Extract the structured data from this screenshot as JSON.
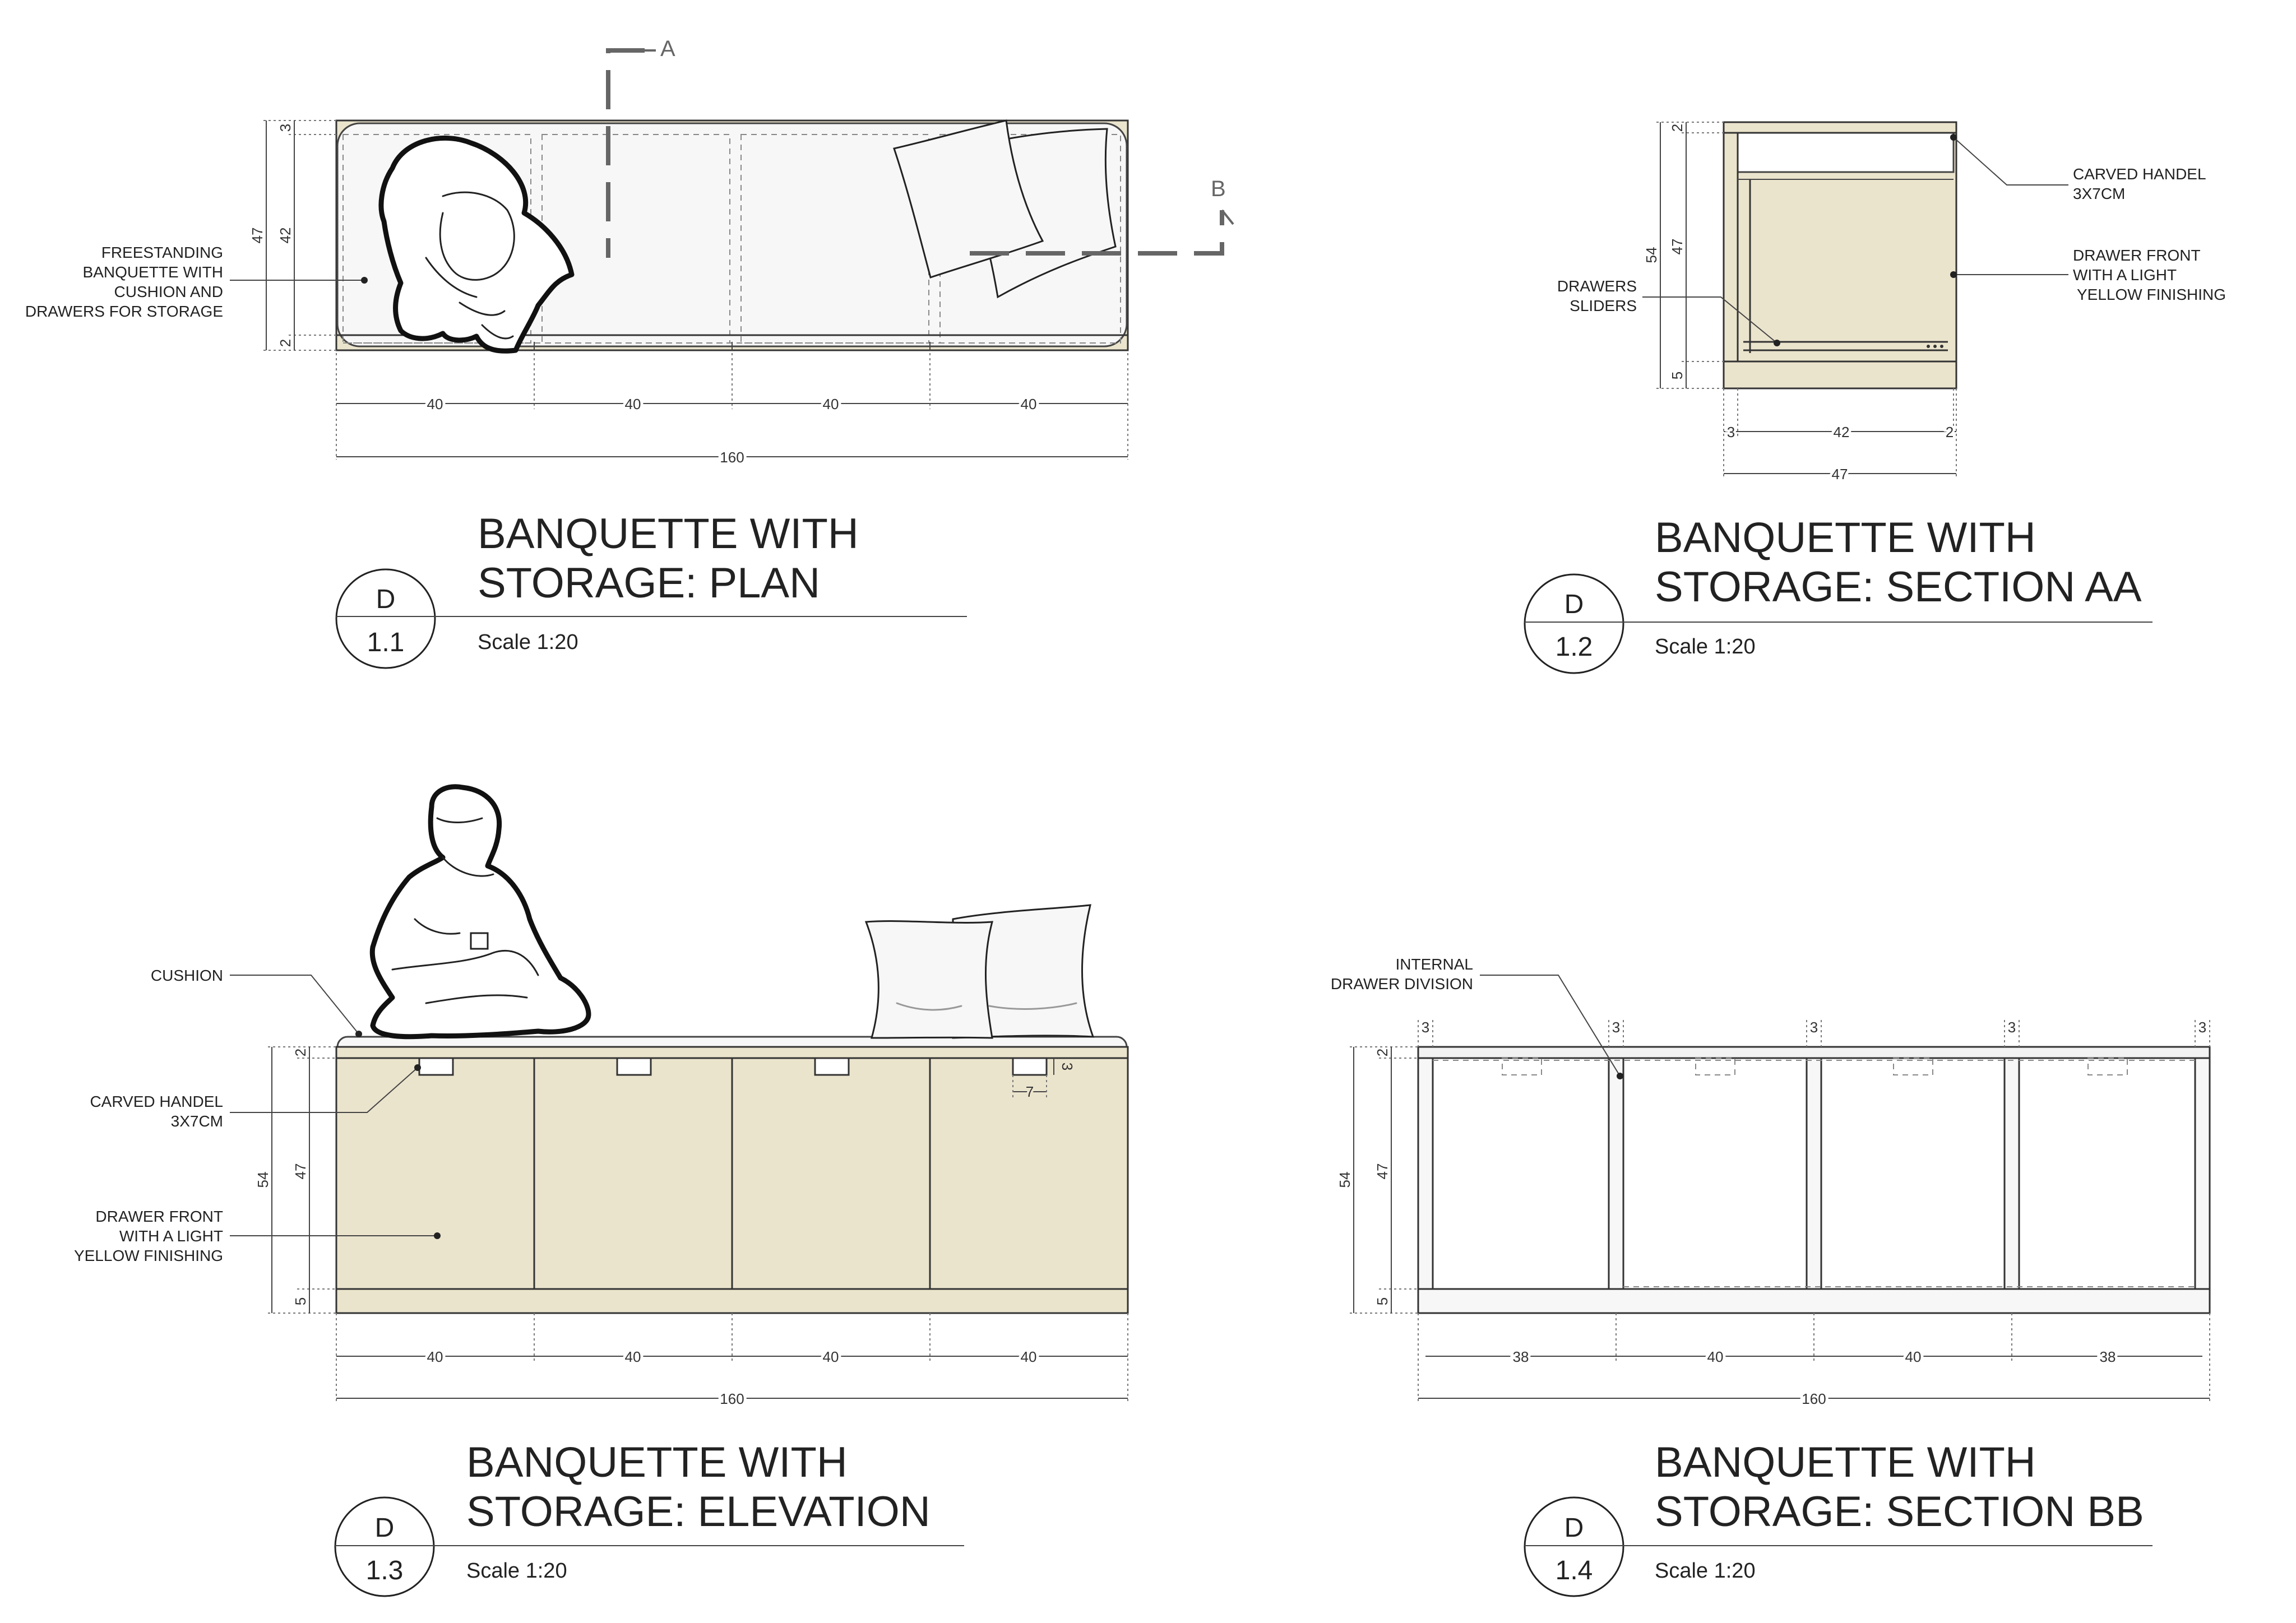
{
  "colors": {
    "drawer_finish": "#ebe4cd",
    "cushion": "#f7f7f7",
    "line": "#333333",
    "section_line": "#666666"
  },
  "plan": {
    "title_line1": "BANQUETTE WITH",
    "title_line2": "STORAGE: PLAN",
    "scale": "Scale 1:20",
    "tag_top": "D",
    "tag_bottom": "1.1",
    "note": [
      "FREESTANDING",
      "BANQUETTE WITH",
      "CUSHION AND",
      "DRAWERS FOR STORAGE"
    ],
    "dims_bottom": [
      "40",
      "40",
      "40",
      "40"
    ],
    "dim_total": "160",
    "dim_outer_height": "47",
    "dim_inner_height": "42",
    "dim_top": "3",
    "dim_bottom": "2",
    "section_a": "A",
    "section_b": "B"
  },
  "section_aa": {
    "title_line1": "BANQUETTE WITH",
    "title_line2": "STORAGE: SECTION AA",
    "scale": "Scale 1:20",
    "tag_top": "D",
    "tag_bottom": "1.2",
    "note_handle": [
      "CARVED HANDEL",
      "3X7CM"
    ],
    "note_front": [
      "DRAWER FRONT",
      "WITH A LIGHT",
      "YELLOW FINISHING"
    ],
    "note_sliders": [
      "DRAWERS",
      "SLIDERS"
    ],
    "dim_total_height": "54",
    "dim_inner_height": "47",
    "dim_top": "2",
    "dim_base": "5",
    "dim_left": "3",
    "dim_mid": "42",
    "dim_right": "2",
    "dim_width": "47"
  },
  "elevation": {
    "title_line1": "BANQUETTE WITH",
    "title_line2": "STORAGE: ELEVATION",
    "scale": "Scale 1:20",
    "tag_top": "D",
    "tag_bottom": "1.3",
    "note_cushion": "CUSHION",
    "note_handle": [
      "CARVED HANDEL",
      "3X7CM"
    ],
    "note_front": [
      "DRAWER FRONT",
      "WITH A LIGHT",
      "YELLOW FINISHING"
    ],
    "dims_bottom": [
      "40",
      "40",
      "40",
      "40"
    ],
    "dim_total": "160",
    "dim_total_height": "54",
    "dim_inner_height": "47",
    "dim_top": "2",
    "dim_base": "5",
    "dim_handle_w": "7",
    "dim_handle_h": "3"
  },
  "section_bb": {
    "title_line1": "BANQUETTE WITH",
    "title_line2": "STORAGE: SECTION BB",
    "scale": "Scale 1:20",
    "tag_top": "D",
    "tag_bottom": "1.4",
    "note_division": [
      "INTERNAL",
      "DRAWER DIVISION"
    ],
    "dims_top": [
      "3",
      "3",
      "3",
      "3",
      "3"
    ],
    "dims_bottom": [
      "38",
      "40",
      "40",
      "38"
    ],
    "dim_total": "160",
    "dim_total_height": "54",
    "dim_inner_height": "47",
    "dim_top": "2",
    "dim_base": "5"
  }
}
